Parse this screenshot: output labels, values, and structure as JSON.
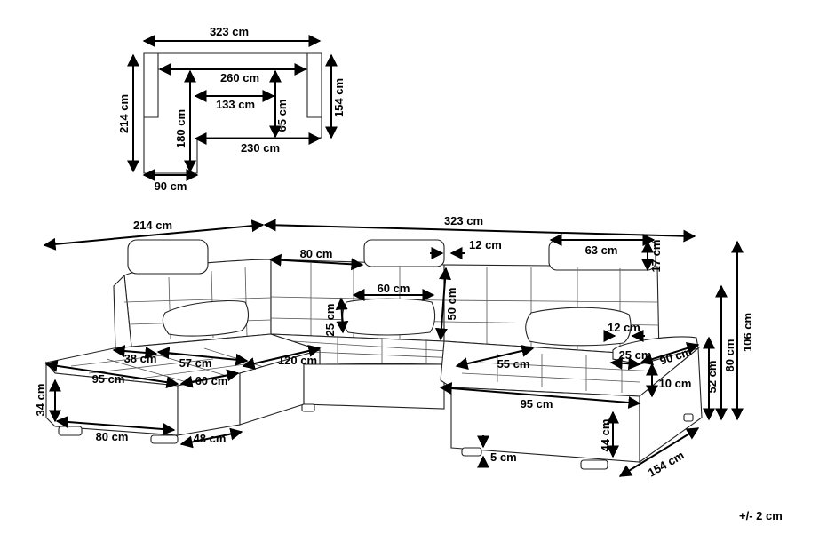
{
  "tolerance": "+/- 2 cm",
  "plan": {
    "total_width": "323 cm",
    "inner_width": "260 cm",
    "middle_width": "133 cm",
    "seat_width": "230 cm",
    "depth_left": "214 cm",
    "depth_inner": "180 cm",
    "depth_right": "154 cm",
    "seat_depth": "65 cm",
    "chaise_width": "90 cm"
  },
  "sofa": {
    "left_length": "214 cm",
    "right_length": "323 cm",
    "headrest_gap": "12 cm",
    "headrest_width": "63 cm",
    "headrest_height": "17 cm",
    "back_segment": "80 cm",
    "back_height": "50 cm",
    "pillow_width": "60 cm",
    "pillow_height": "25 cm",
    "armrest_gap": "12 cm",
    "armrest_width": "25 cm",
    "armrest_depth": "90 cm",
    "armrest_height": "10 cm",
    "arm_to_top": "80 cm",
    "total_height": "106 cm",
    "seat_height_right": "52 cm",
    "left_chaise_back": "38 cm",
    "left_seat": "57 cm",
    "left_chaise_front": "95 cm",
    "left_gap": "60 cm",
    "left_side_height": "34 cm",
    "left_base": "80 cm",
    "left_end": "48 cm",
    "center_seat": "120 cm",
    "right_seat": "55 cm",
    "right_chaise_front": "95 cm",
    "right_front_height": "44 cm",
    "foot_height": "5 cm",
    "right_side": "154 cm"
  }
}
